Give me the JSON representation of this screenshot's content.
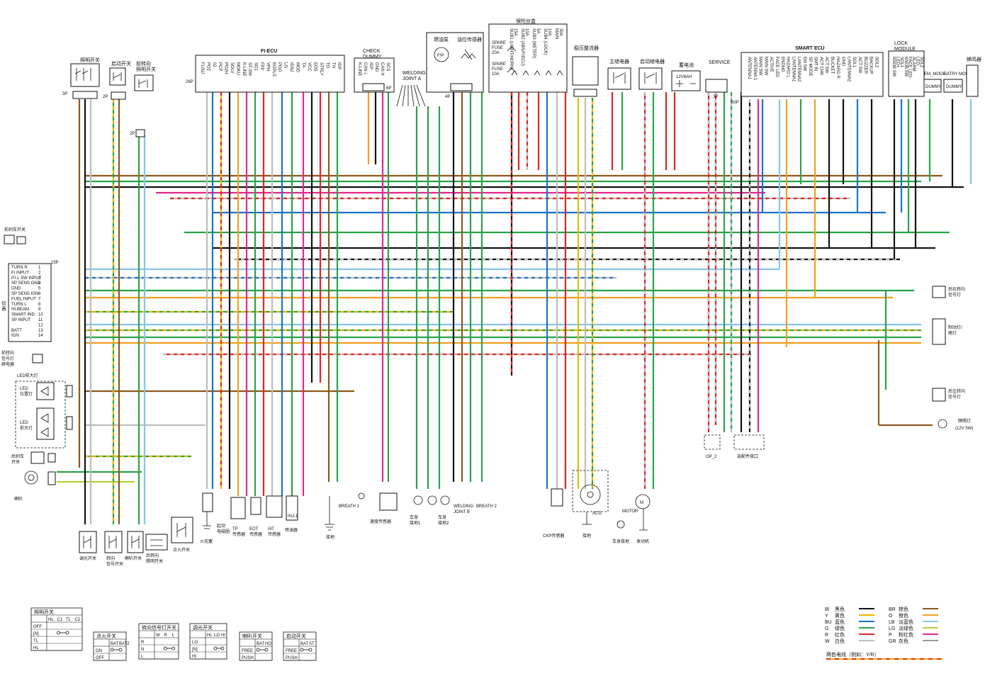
{
  "wire_colors": {
    "Bl": "#111111",
    "Y": "#f2b600",
    "BU": "#1a73c9",
    "G": "#2aa24a",
    "R": "#e0261f",
    "W": "#bdbdbd",
    "BR": "#8a5a1c",
    "O": "#f0a020",
    "LB": "#86c5ec",
    "LG": "#b6cf3a",
    "P": "#e0288f",
    "GR": "#9a9a9a"
  },
  "components": {
    "ecu": {
      "title": "FI-ECU",
      "connector": "26P",
      "pins": [
        "FLINJ",
        "PO2",
        "02",
        "PCP",
        "PO2H",
        "SOLV",
        "MOKU",
        "K-LINE",
        "ST-SW",
        "SG1",
        "FPP",
        "VPH",
        "EGPLS",
        "PGO",
        "LG",
        "IGNJ",
        "MOD",
        "TA",
        "VCC",
        "EOS",
        "STRLY",
        "TO",
        "TH",
        "IGP"
      ]
    },
    "check_dummy": {
      "title": "CHECK\nDUMMY",
      "pins": [
        "K-LINE",
        "CAN L",
        "IGP",
        "GND",
        "CAN H",
        "SCS"
      ],
      "connector": "6P"
    },
    "welding_joint_a": {
      "title": "WELDING\nJOINT A"
    },
    "fuel_pump": {
      "title": "燃油泵"
    },
    "level_sensor": {
      "title": "油位传感器"
    },
    "fuse_box": {
      "title": "保险丝盒",
      "fuses": [
        "SPARE\nFUSE\n20A",
        "SPARE\nFUSE\n10A",
        "SUB1 (LIGHT/HORN)\n15A",
        "SUB2 (ABS/F/ECU)\n10A",
        "SUB3 (METER)\n5A",
        "SUB4 (LOCK)\n10A",
        "MAIN\n30A"
      ]
    },
    "regulator": {
      "title": "稳压整流器"
    },
    "main_relay": {
      "title": "主继电器"
    },
    "start_relay": {
      "title": "启动继电器"
    },
    "battery": {
      "title": "蓄电池",
      "spec": "12V6AH"
    },
    "service": {
      "title": "SERVICE",
      "connector": "3P"
    },
    "smart_ecu": {
      "title": "SMART ECU",
      "connector": "33P",
      "pins": [
        "ANTENNA1",
        "ANTENNA 1",
        "MAIN SW",
        "MAIN SW",
        "ACTIVE",
        "FACE LED",
        "ENDNG",
        "HAZARD L",
        "LANTENNA1",
        "LANTENNA2",
        "EM SW",
        "SP MODE",
        "SMT IN",
        "ACT CHK",
        "ACT SW",
        "BUCKET",
        "HAZARD R",
        "GND",
        "LANTENNA2",
        "SOL1",
        "ACT SW",
        "BUZZER",
        "BACKUP",
        "SOL2"
      ]
    },
    "lock_module": {
      "title": "LOCK\nMODULE",
      "pins": [
        "KNOB SW",
        "LED+",
        "SOL1",
        "KNOB SW",
        "FACE LED-",
        "ALARM",
        "LED-",
        "SOL2"
      ]
    },
    "em_mode": {
      "title": "EM_MODE",
      "label": "DUMMY"
    },
    "batry_mode": {
      "title": "BATRY MODE",
      "label": "DUMMY"
    },
    "buzzer": {
      "title": "蜂鸣器"
    },
    "headlight_switch": {
      "title": "照明开关"
    },
    "start_switch": {
      "title": "启动开关"
    },
    "front_turn_switch": {
      "title": "前转向\n照明开关"
    },
    "front_brake_switch": {
      "title": "前刹车开关"
    },
    "meter": {
      "title": "仪\n表",
      "connector": "15P",
      "pins": [
        "TURN R",
        "FI INPUT",
        "P.I.L SW INPUT",
        "SP SENS GND",
        "GND",
        "SP SENS IGN",
        "FUEL INPUT",
        "TURN L",
        "HI-BEAM",
        "SMART IND",
        "SP INPUT",
        "",
        "BATT",
        "IGN"
      ]
    },
    "front_turn_light": {
      "title": "前转向\n信号灯\n继电器"
    },
    "led_headlight": {
      "title": "LED前大灯",
      "position": "LED\n位置灯",
      "headlamp": "LED\n前大灯"
    },
    "rear_brake_switch": {
      "title": "后刹车\n开关"
    },
    "horn": {
      "title": "喇叭"
    },
    "dimmer_switch": {
      "title": "调光开关"
    },
    "turn_switch": {
      "title": "转向\n信号开关"
    },
    "horn_switch": {
      "title": "喇叭开关"
    },
    "rear_turn_switch": {
      "title": "后转向\n照明开关"
    },
    "ignition_switch": {
      "title": "点火开关"
    },
    "starter_coil": {
      "title": "起动\n电磁圈"
    },
    "spark_plug": {
      "title": "火花塞"
    },
    "tp_sensor": {
      "title": "TP\n传感器"
    },
    "eot_sensor": {
      "title": "EOT\n传感器"
    },
    "iat_sensor": {
      "title": "IAT\n传感器"
    },
    "injector": {
      "title": "喷油器"
    },
    "inj_label": {
      "title": "INJ-1"
    },
    "ground": {
      "title": "接地"
    },
    "breath1": {
      "title": "BREATH 1"
    },
    "speed_sensor": {
      "title": "速度传感器"
    },
    "body_grounds": {
      "title": "车身\n接地1"
    },
    "body_grounds2": {
      "title": "车身\n接地2"
    },
    "welding_joint_b": {
      "title": "WELDING\nJOINT B"
    },
    "breath2": {
      "title": "BREATH 2"
    },
    "ckp_sensor": {
      "title": "CKP传感器"
    },
    "acg": {
      "title": "ACG"
    },
    "ground2": {
      "title": "接地"
    },
    "motor": {
      "title": "MOTOR"
    },
    "body_ground3": {
      "title": "车身接地"
    },
    "starter_motor": {
      "title": "发动机"
    },
    "op2": {
      "title": "OP_2"
    },
    "option_conn": {
      "title": "选配件接口"
    },
    "rear_right_turn": {
      "title": "后右转向\n信号灯"
    },
    "tail_light": {
      "title": "制动灯/\n尾灯"
    },
    "rear_left_turn": {
      "title": "后左转向\n信号灯"
    },
    "license_light": {
      "title": "牌照灯",
      "spec": "(12V 5W)"
    }
  },
  "switch_tables": [
    {
      "title": "照明开关",
      "cols": [
        "HL",
        "C1",
        "TL",
        "C2"
      ],
      "rows": [
        "OFF",
        "[N]",
        "TL",
        "HL"
      ]
    },
    {
      "title": "点火开关",
      "cols": [
        "BAT",
        "BAT2"
      ],
      "rows": [
        "ON",
        "OFF"
      ]
    },
    {
      "title": "转向信号灯开关",
      "cols": [
        "W",
        "R",
        "L"
      ],
      "rows": [
        "R",
        "N",
        "L"
      ]
    },
    {
      "title": "调光开关",
      "cols": [
        "HL",
        "LO",
        "HI"
      ],
      "rows": [
        "LO",
        "[N]",
        "HI"
      ]
    },
    {
      "title": "喇叭开关",
      "cols": [
        "BAT",
        "HO"
      ],
      "rows": [
        "FREE",
        "PUSH"
      ]
    },
    {
      "title": "启动开关",
      "cols": [
        "BAT",
        "ST"
      ],
      "rows": [
        "FREE",
        "PUSH"
      ]
    }
  ],
  "legend": {
    "items": [
      {
        "code": "Bl",
        "name": "黑色"
      },
      {
        "code": "Y",
        "name": "黄色"
      },
      {
        "code": "BU",
        "name": "蓝色"
      },
      {
        "code": "G",
        "name": "绿色"
      },
      {
        "code": "R",
        "name": "红色"
      },
      {
        "code": "W",
        "name": "白色"
      },
      {
        "code": "BR",
        "name": "棕色"
      },
      {
        "code": "O",
        "name": "橙色"
      },
      {
        "code": "LB",
        "name": "淡蓝色"
      },
      {
        "code": "LG",
        "name": "淡绿色"
      },
      {
        "code": "P",
        "name": "粉红色"
      },
      {
        "code": "GR",
        "name": "灰色"
      }
    ],
    "two_color_note": "两色电线（例如：Y/R）"
  }
}
